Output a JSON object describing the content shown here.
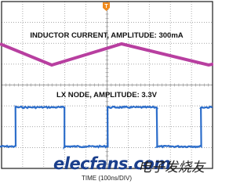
{
  "chart_data": [
    {
      "type": "line",
      "title": "INDUCTOR CURRENT, AMPLITUDE: 300mA",
      "color": "#b83fa0",
      "shape": "triangle",
      "x": [
        0,
        66,
        155,
        266,
        272
      ],
      "y": [
        1,
        0,
        1,
        0,
        0.05
      ],
      "xlabel": "TIME (100ns/DIV)",
      "ylim": [
        0,
        1
      ]
    },
    {
      "type": "line",
      "title": "LX NODE, AMPLITUDE: 3.3V",
      "color": "#2166c8",
      "shape": "square",
      "x": [
        0,
        20,
        20,
        82,
        82,
        137,
        137,
        200,
        200,
        256,
        256,
        272
      ],
      "y": [
        0,
        0,
        1,
        1,
        0,
        0,
        1,
        1,
        0,
        0,
        1,
        1
      ],
      "xlabel": "TIME (100ns/DIV)",
      "ylim": [
        0,
        1
      ]
    }
  ],
  "trigger_marker": {
    "label": "T",
    "color": "#f08a1c"
  },
  "grid": {
    "divisions_x": 10,
    "divisions_y": 8,
    "color": "#8c8c8c",
    "frame_color": "#1a1a1a"
  },
  "x_axis_label": "TIME (100ns/DIV)",
  "watermark": {
    "text": "elecfans.com",
    "text_cn": "电子发烧友"
  }
}
